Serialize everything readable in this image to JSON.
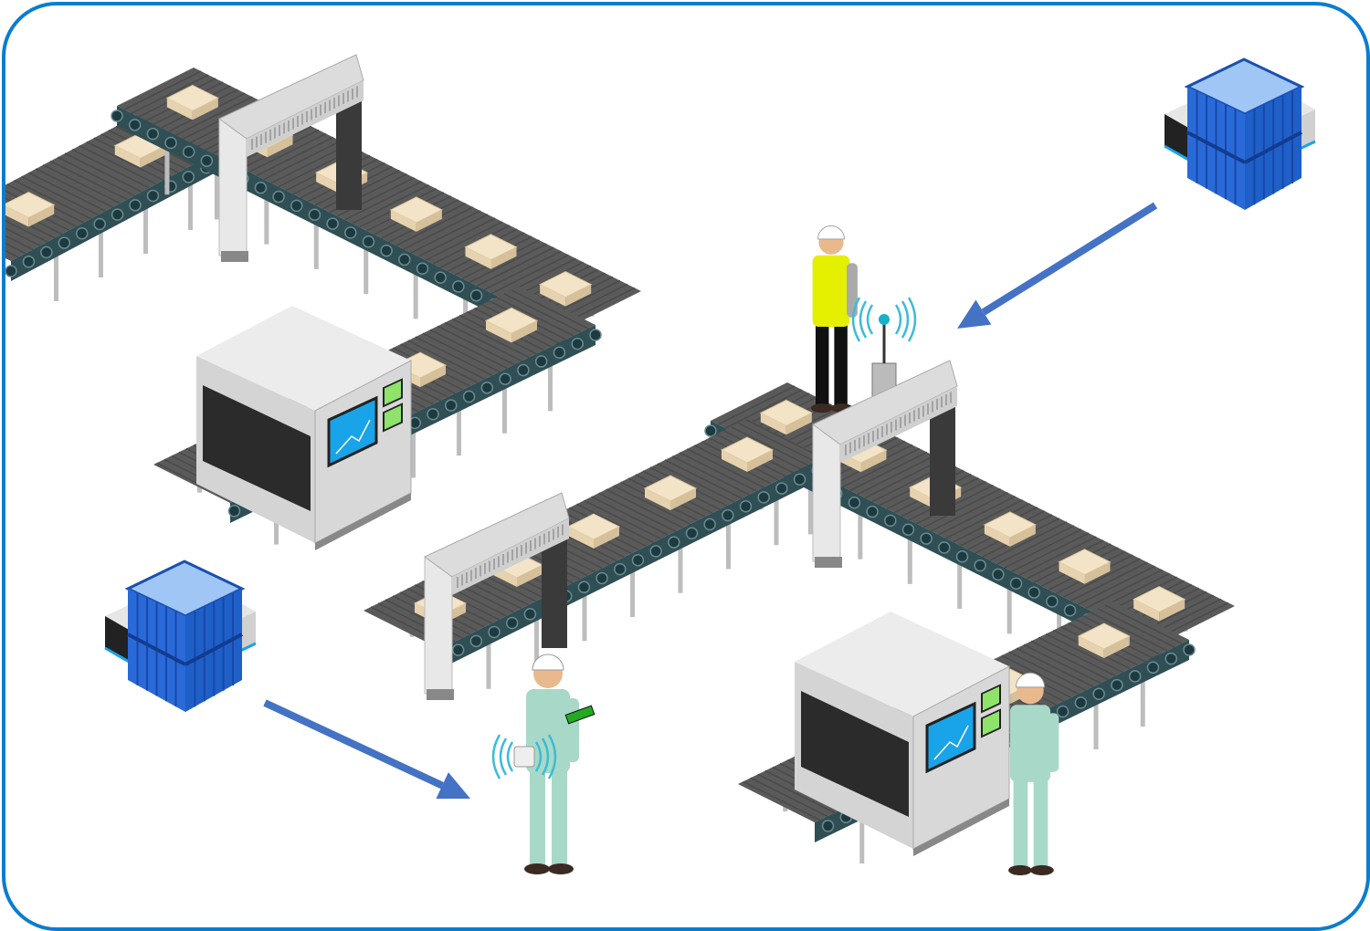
{
  "scene": {
    "colors": {
      "frame": "#0b7dd0",
      "belt_top": "#5a5a5a",
      "belt_side": "#2f4f55",
      "roller": "#1d3a40",
      "parcel": "#f3e4c8",
      "machine": "#d8d8d8",
      "screen": "#19a3e8",
      "indicator": "#8fe36a",
      "crate": "#1f5fc8",
      "arrow": "#4472c4",
      "vest": "#e4f000",
      "uniform": "#a8d8c8"
    },
    "icons": [
      "conveyor-belt",
      "inspection-machine",
      "scanner-gate",
      "agv-robot",
      "worker",
      "rfid-signal",
      "flow-arrow"
    ]
  }
}
